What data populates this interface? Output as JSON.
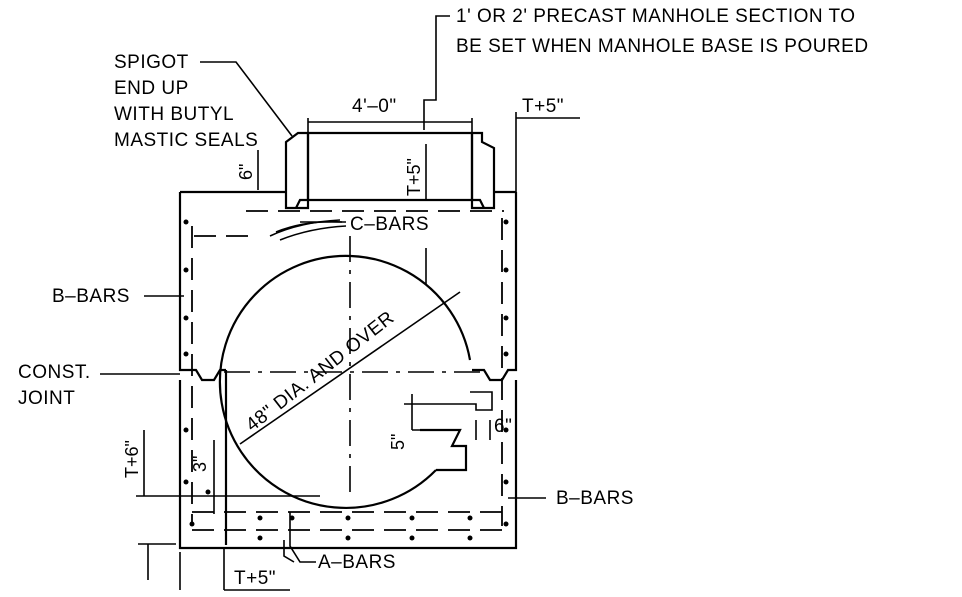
{
  "labels": {
    "precast_note_line1": "1' OR 2' PRECAST MANHOLE SECTION TO",
    "precast_note_line2": "BE SET WHEN MANHOLE BASE IS POURED",
    "spigot_line1": "SPIGOT",
    "spigot_line2": "END UP",
    "spigot_line3": "WITH BUTYL",
    "spigot_line4": "MASTIC SEALS",
    "dim_4ft": "4'–0\"",
    "dim_t5_top_right": "T+5\"",
    "dim_t5_vertical": "T+5\"",
    "dim_6_top": "6\"",
    "c_bars": "C–BARS",
    "b_bars_left": "B–BARS",
    "const_joint_line1": "CONST.",
    "const_joint_line2": "JOINT",
    "pipe_dia": "48\" DIA. AND OVER",
    "dim_5": "5\"",
    "dim_6_right": "6\"",
    "dim_t6": "T+6\"",
    "dim_3": "3\"",
    "b_bars_right": "B–BARS",
    "a_bars": "A–BARS",
    "dim_t5_bottom": "T+5\""
  }
}
